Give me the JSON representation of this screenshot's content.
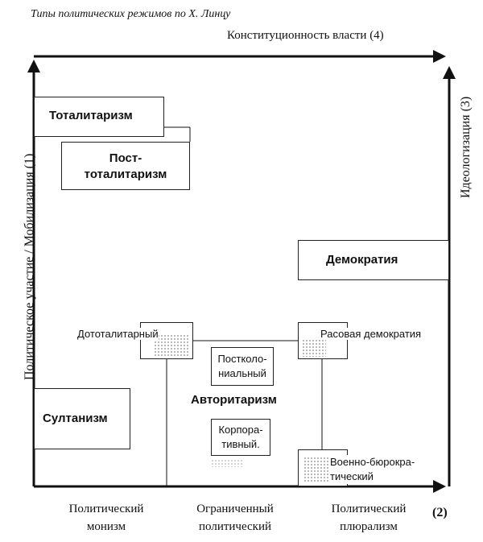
{
  "title": "Типы политических режимов по Х. Линцу",
  "axes": {
    "top": "Конституционность власти (4)",
    "left": "Политическое участие / Мобилизация (1)",
    "right": "Идеологизация (3)",
    "bottom_number": "(2)",
    "bottom_labels": [
      [
        "Политический",
        "монизм"
      ],
      [
        "Ограниченный",
        "политический"
      ],
      [
        "Политический",
        "плюрализм"
      ]
    ]
  },
  "regimes": {
    "totalitarianism": "Тоталитаризм",
    "post_totalitarianism": [
      "Пост-",
      "тоталитаризм"
    ],
    "democracy": "Демократия",
    "pre_totalitarian": "Дототалитарный",
    "racial_democracy": "Расовая демократия",
    "post_colonial": [
      "Постколо-",
      "ниальный"
    ],
    "authoritarianism": "Авторитаризм",
    "corporative": [
      "Корпора-",
      "тивный."
    ],
    "military_bureaucratic": [
      "Военно-бюрокра-",
      "тический"
    ],
    "sultanism": "Султанизм"
  }
}
